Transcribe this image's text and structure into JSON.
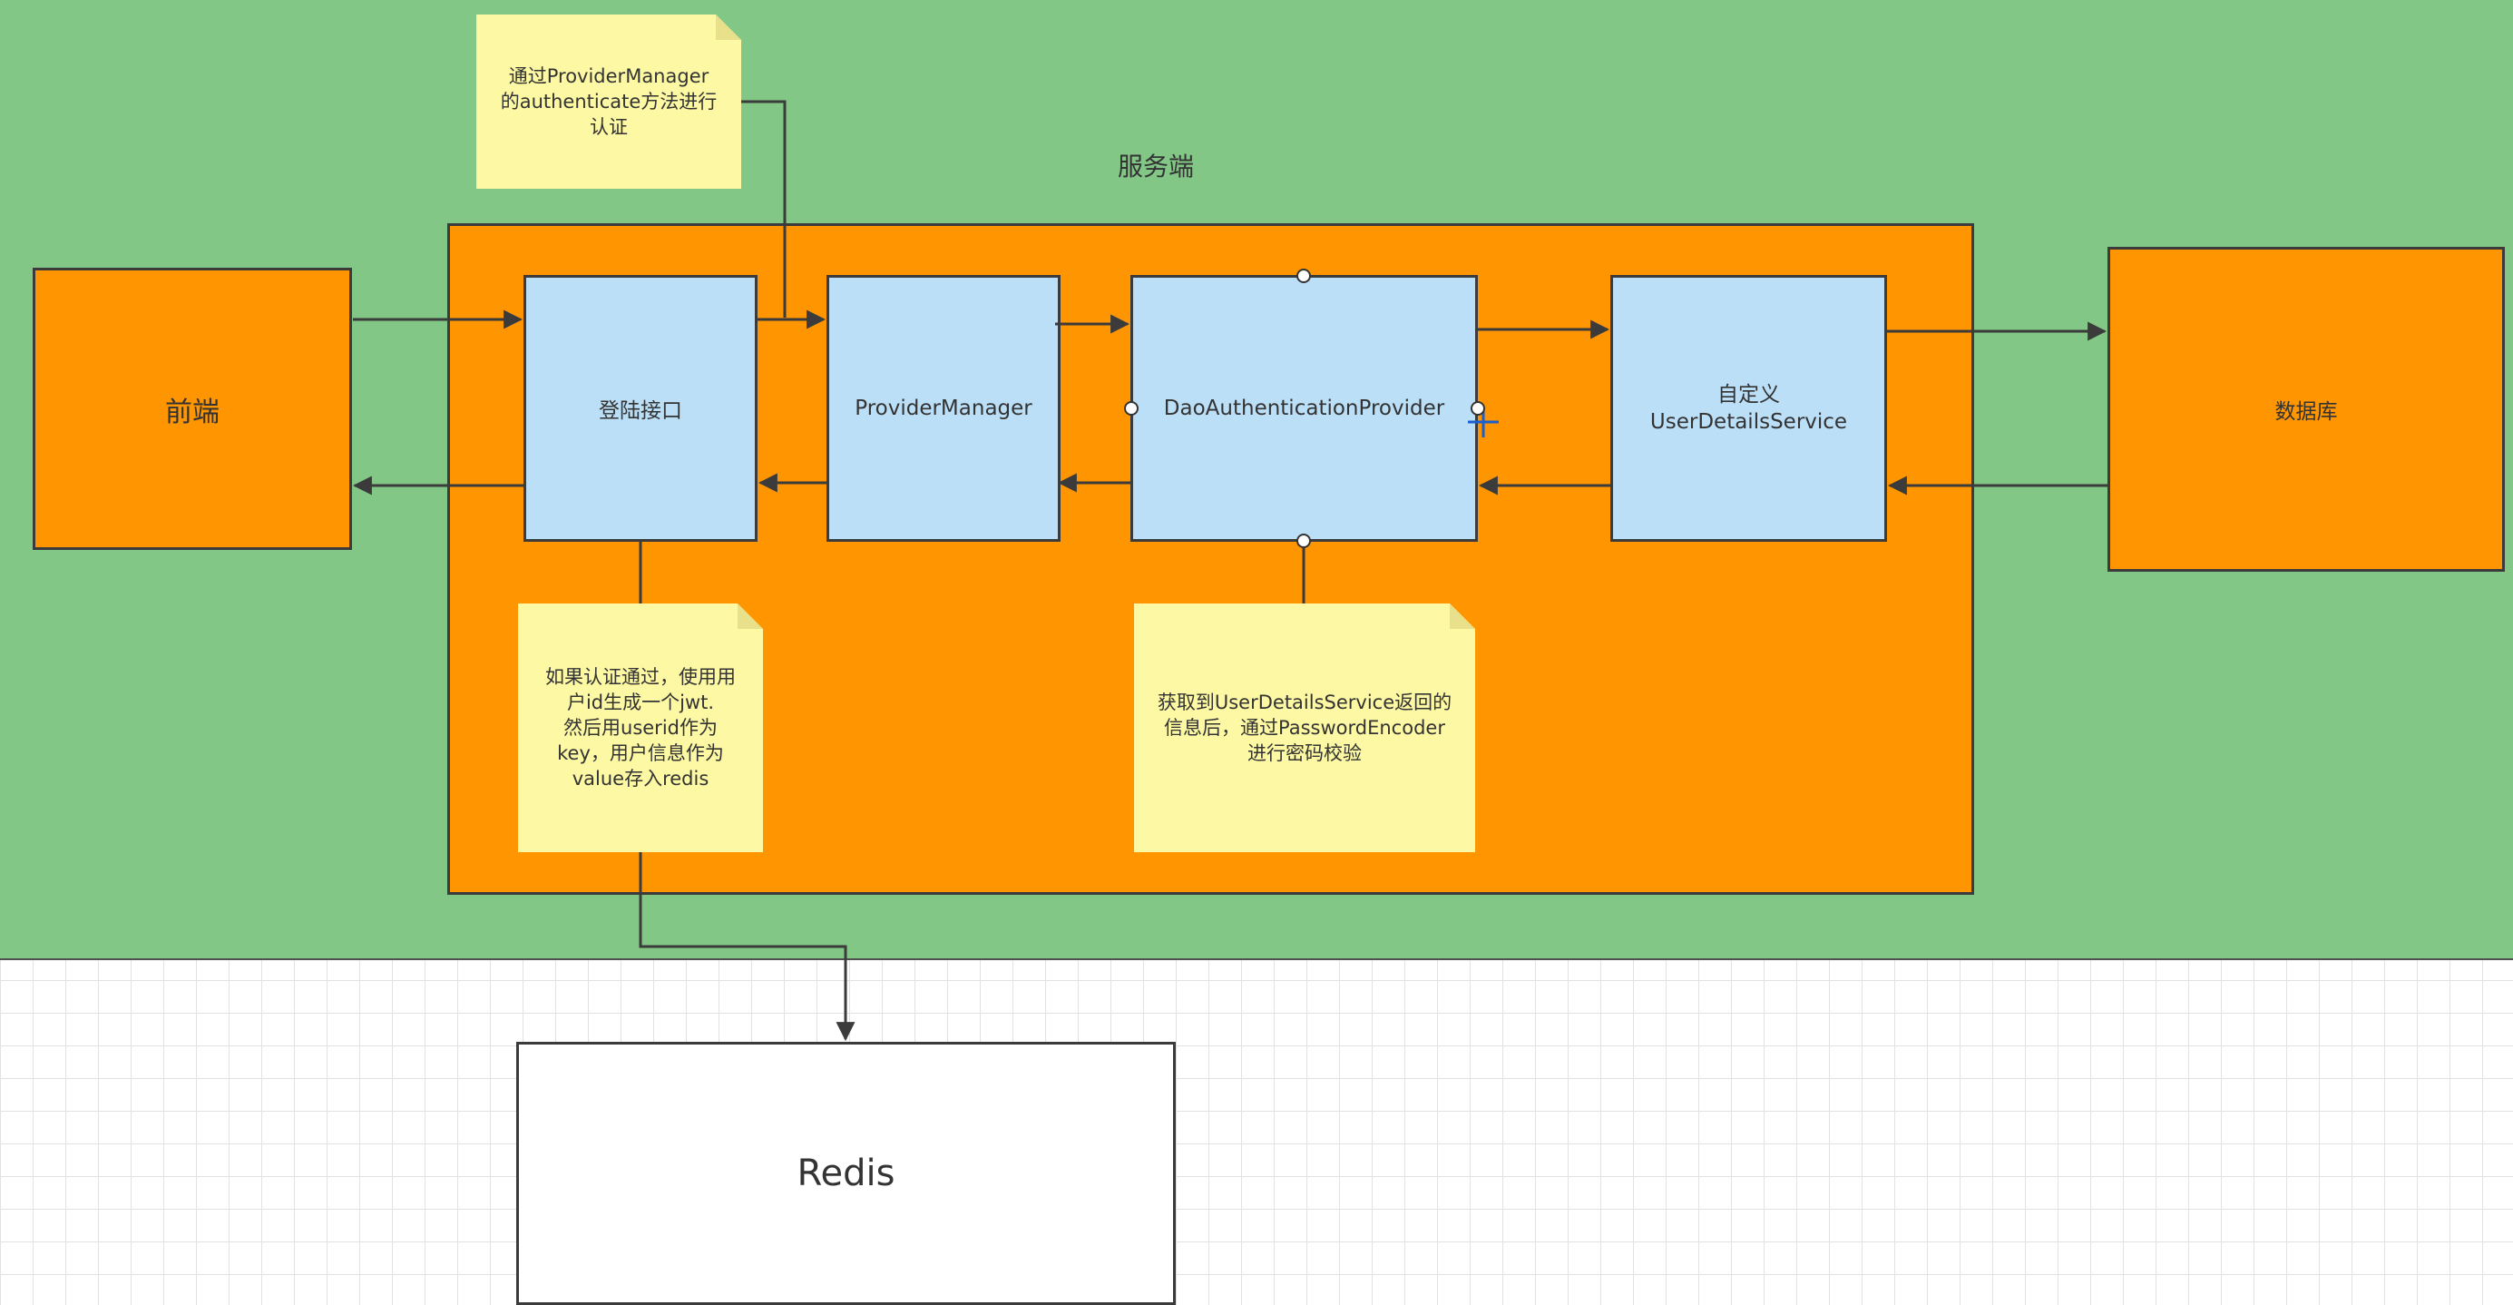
{
  "colors": {
    "canvas_green": "#82c785",
    "server_orange": "#ff9500",
    "component_blue": "#bcdff8",
    "note_yellow": "#fdf8a3",
    "line": "#3b3b3b"
  },
  "server": {
    "title": "服务端"
  },
  "frontend": {
    "label": "前端"
  },
  "database": {
    "label": "数据库"
  },
  "redis": {
    "label": "Redis"
  },
  "components": {
    "login": "登陆接口",
    "provider_manager": "ProviderManager",
    "dao_provider": "DaoAuthenticationProvider",
    "user_details": "自定义\nUserDetailsService"
  },
  "notes": {
    "provider_manager_note": "通过ProviderManager\n的authenticate方法进行\n认证",
    "login_note": "如果认证通过，使用用\n户id生成一个jwt.\n然后用userid作为\nkey，用户信息作为\nvalue存入redis",
    "dao_note": "获取到UserDetailsService返回的\n信息后，通过PasswordEncoder\n进行密码校验"
  }
}
